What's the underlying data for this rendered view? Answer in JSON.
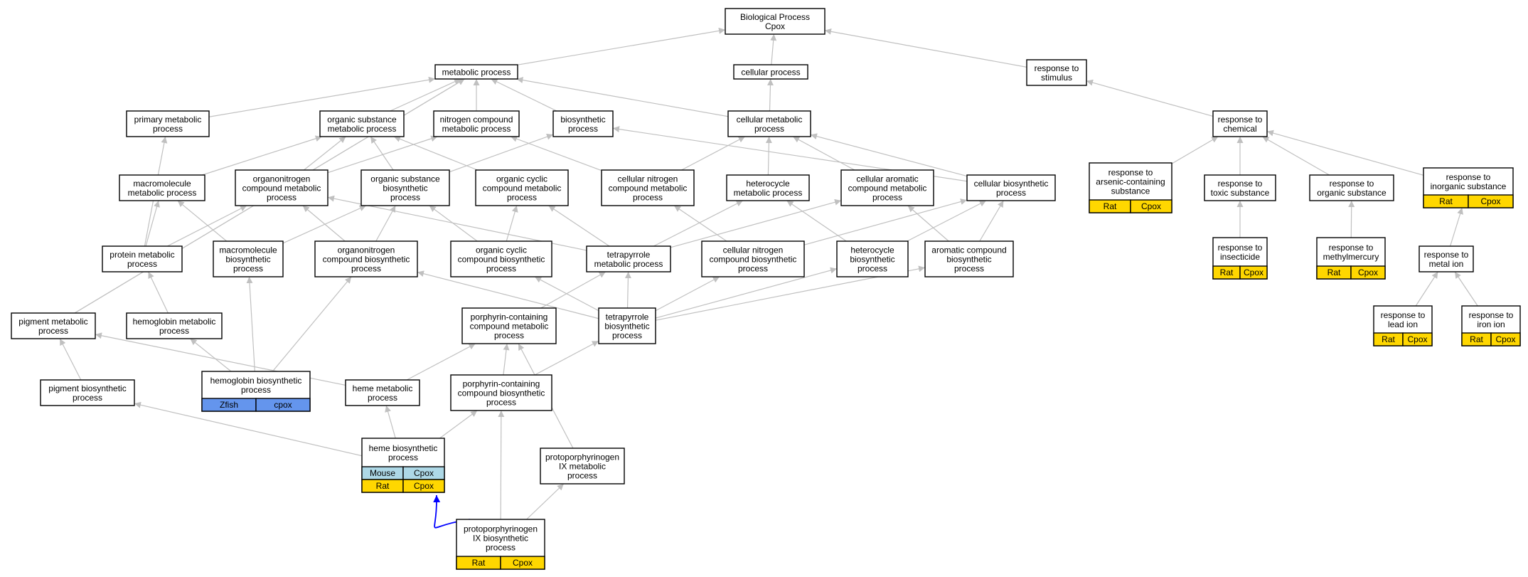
{
  "colors": {
    "edge": "#c0c0c0",
    "edge_highlight": "#0000ff",
    "rat": "#ffd700",
    "mouse": "#add8e6",
    "zfish": "#6495ed",
    "node_fill": "#ffffff",
    "node_stroke": "#000000"
  },
  "nodes": [
    {
      "id": "bp",
      "lines": [
        "Biological Process",
        "Cpox"
      ]
    },
    {
      "id": "metabolic",
      "lines": [
        "metabolic process"
      ]
    },
    {
      "id": "cellular",
      "lines": [
        "cellular process"
      ]
    },
    {
      "id": "stimulus",
      "lines": [
        "response to",
        "stimulus"
      ]
    },
    {
      "id": "primary",
      "lines": [
        "primary metabolic",
        "process"
      ]
    },
    {
      "id": "orgsubmet",
      "lines": [
        "organic substance",
        "metabolic process"
      ]
    },
    {
      "id": "nitrocomp",
      "lines": [
        "nitrogen compound",
        "metabolic process"
      ]
    },
    {
      "id": "biosyn",
      "lines": [
        "biosynthetic",
        "process"
      ]
    },
    {
      "id": "cellmet",
      "lines": [
        "cellular metabolic",
        "process"
      ]
    },
    {
      "id": "chemical",
      "lines": [
        "response to",
        "chemical"
      ]
    },
    {
      "id": "macromet",
      "lines": [
        "macromolecule",
        "metabolic process"
      ]
    },
    {
      "id": "orgnitromet",
      "lines": [
        "organonitrogen",
        "compound metabolic",
        "process"
      ]
    },
    {
      "id": "orgsubbio",
      "lines": [
        "organic substance",
        "biosynthetic",
        "process"
      ]
    },
    {
      "id": "orgcycmet",
      "lines": [
        "organic cyclic",
        "compound metabolic",
        "process"
      ]
    },
    {
      "id": "cellnitromet",
      "lines": [
        "cellular nitrogen",
        "compound metabolic",
        "process"
      ]
    },
    {
      "id": "hetmet",
      "lines": [
        "heterocycle",
        "metabolic process"
      ]
    },
    {
      "id": "cellaromet",
      "lines": [
        "cellular aromatic",
        "compound metabolic",
        "process"
      ]
    },
    {
      "id": "cellbio",
      "lines": [
        "cellular biosynthetic",
        "process"
      ]
    },
    {
      "id": "arsenic",
      "lines": [
        "response to",
        "arsenic-containing",
        "substance"
      ],
      "badges": [
        [
          "Rat",
          "Cpox"
        ]
      ]
    },
    {
      "id": "toxic",
      "lines": [
        "response to",
        "toxic substance"
      ]
    },
    {
      "id": "orgsubresp",
      "lines": [
        "response to",
        "organic substance"
      ]
    },
    {
      "id": "inorganic",
      "lines": [
        "response to",
        "inorganic substance"
      ],
      "badges": [
        [
          "Rat",
          "Cpox"
        ]
      ]
    },
    {
      "id": "protmet",
      "lines": [
        "protein metabolic",
        "process"
      ]
    },
    {
      "id": "macrobio",
      "lines": [
        "macromolecule",
        "biosynthetic",
        "process"
      ]
    },
    {
      "id": "orgnitrobio",
      "lines": [
        "organonitrogen",
        "compound biosynthetic",
        "process"
      ]
    },
    {
      "id": "orgcycbio",
      "lines": [
        "organic cyclic",
        "compound biosynthetic",
        "process"
      ]
    },
    {
      "id": "tetramet",
      "lines": [
        "tetrapyrrole",
        "metabolic process"
      ]
    },
    {
      "id": "cellnitrobio",
      "lines": [
        "cellular nitrogen",
        "compound biosynthetic",
        "process"
      ]
    },
    {
      "id": "hetbio",
      "lines": [
        "heterocycle",
        "biosynthetic",
        "process"
      ]
    },
    {
      "id": "arobio",
      "lines": [
        "aromatic compound",
        "biosynthetic",
        "process"
      ]
    },
    {
      "id": "insecticide",
      "lines": [
        "response to",
        "insecticide"
      ],
      "badges": [
        [
          "Rat",
          "Cpox"
        ]
      ]
    },
    {
      "id": "methylmercury",
      "lines": [
        "response to",
        "methylmercury"
      ],
      "badges": [
        [
          "Rat",
          "Cpox"
        ]
      ]
    },
    {
      "id": "metalion",
      "lines": [
        "response to",
        "metal ion"
      ]
    },
    {
      "id": "pigmet",
      "lines": [
        "pigment metabolic",
        "process"
      ]
    },
    {
      "id": "hbmet",
      "lines": [
        "hemoglobin metabolic",
        "process"
      ]
    },
    {
      "id": "porphmet",
      "lines": [
        "porphyrin-containing",
        "compound metabolic",
        "process"
      ]
    },
    {
      "id": "tetrabio",
      "lines": [
        "tetrapyrrole",
        "biosynthetic",
        "process"
      ]
    },
    {
      "id": "leadion",
      "lines": [
        "response to",
        "lead ion"
      ],
      "badges": [
        [
          "Rat",
          "Cpox"
        ]
      ]
    },
    {
      "id": "ironion",
      "lines": [
        "response to",
        "iron ion"
      ],
      "badges": [
        [
          "Rat",
          "Cpox"
        ]
      ]
    },
    {
      "id": "pigbio",
      "lines": [
        "pigment biosynthetic",
        "process"
      ]
    },
    {
      "id": "hbbio",
      "lines": [
        "hemoglobin biosynthetic",
        "process"
      ],
      "badges": [
        [
          "Zfish",
          "cpox"
        ]
      ]
    },
    {
      "id": "hememet",
      "lines": [
        "heme metabolic",
        "process"
      ]
    },
    {
      "id": "porphbio",
      "lines": [
        "porphyrin-containing",
        "compound biosynthetic",
        "process"
      ]
    },
    {
      "id": "hemebio",
      "lines": [
        "heme biosynthetic",
        "process"
      ],
      "badges": [
        [
          "Mouse",
          "Cpox"
        ],
        [
          "Rat",
          "Cpox"
        ]
      ]
    },
    {
      "id": "protomet",
      "lines": [
        "protoporphyrinogen",
        "IX metabolic",
        "process"
      ]
    },
    {
      "id": "protobio",
      "lines": [
        "protoporphyrinogen",
        "IX biosynthetic",
        "process"
      ],
      "badges": [
        [
          "Rat",
          "Cpox"
        ]
      ]
    }
  ],
  "edges": [
    [
      "metabolic",
      "bp"
    ],
    [
      "cellular",
      "bp"
    ],
    [
      "stimulus",
      "bp"
    ],
    [
      "primary",
      "metabolic"
    ],
    [
      "orgsubmet",
      "metabolic"
    ],
    [
      "nitrocomp",
      "metabolic"
    ],
    [
      "biosyn",
      "metabolic"
    ],
    [
      "cellmet",
      "metabolic"
    ],
    [
      "cellmet",
      "cellular"
    ],
    [
      "pigmet",
      "metabolic"
    ],
    [
      "chemical",
      "stimulus"
    ],
    [
      "macromet",
      "orgsubmet"
    ],
    [
      "orgnitromet",
      "orgsubmet"
    ],
    [
      "orgnitromet",
      "nitrocomp"
    ],
    [
      "orgsubbio",
      "orgsubmet"
    ],
    [
      "orgsubbio",
      "biosyn"
    ],
    [
      "orgcycmet",
      "orgsubmet"
    ],
    [
      "cellnitromet",
      "nitrocomp"
    ],
    [
      "cellnitromet",
      "cellmet"
    ],
    [
      "hetmet",
      "cellmet"
    ],
    [
      "cellaromet",
      "cellmet"
    ],
    [
      "cellbio",
      "cellmet"
    ],
    [
      "cellbio",
      "biosyn"
    ],
    [
      "arsenic",
      "chemical"
    ],
    [
      "toxic",
      "chemical"
    ],
    [
      "orgsubresp",
      "chemical"
    ],
    [
      "inorganic",
      "chemical"
    ],
    [
      "protmet",
      "primary"
    ],
    [
      "protmet",
      "macromet"
    ],
    [
      "protmet",
      "orgnitromet"
    ],
    [
      "macrobio",
      "macromet"
    ],
    [
      "macrobio",
      "orgsubbio"
    ],
    [
      "orgnitrobio",
      "orgnitromet"
    ],
    [
      "orgnitrobio",
      "orgsubbio"
    ],
    [
      "orgcycbio",
      "orgcycmet"
    ],
    [
      "orgcycbio",
      "orgsubbio"
    ],
    [
      "tetramet",
      "orgcycmet"
    ],
    [
      "tetramet",
      "hetmet"
    ],
    [
      "tetramet",
      "orgnitromet"
    ],
    [
      "tetramet",
      "cellaromet"
    ],
    [
      "cellnitrobio",
      "cellnitromet"
    ],
    [
      "cellnitrobio",
      "cellbio"
    ],
    [
      "hetbio",
      "hetmet"
    ],
    [
      "hetbio",
      "cellbio"
    ],
    [
      "arobio",
      "cellaromet"
    ],
    [
      "arobio",
      "cellbio"
    ],
    [
      "insecticide",
      "toxic"
    ],
    [
      "methylmercury",
      "orgsubresp"
    ],
    [
      "metalion",
      "inorganic"
    ],
    [
      "pigmet",
      "metabolic"
    ],
    [
      "hbmet",
      "protmet"
    ],
    [
      "porphmet",
      "tetramet"
    ],
    [
      "tetrabio",
      "tetramet"
    ],
    [
      "tetrabio",
      "orgcycbio"
    ],
    [
      "tetrabio",
      "orgnitrobio"
    ],
    [
      "tetrabio",
      "cellnitrobio"
    ],
    [
      "tetrabio",
      "hetbio"
    ],
    [
      "tetrabio",
      "arobio"
    ],
    [
      "leadion",
      "metalion"
    ],
    [
      "ironion",
      "metalion"
    ],
    [
      "pigbio",
      "pigmet"
    ],
    [
      "hbbio",
      "hbmet"
    ],
    [
      "hbbio",
      "macrobio"
    ],
    [
      "hbbio",
      "orgnitrobio"
    ],
    [
      "hememet",
      "porphmet"
    ],
    [
      "hememet",
      "pigmet"
    ],
    [
      "porphbio",
      "porphmet"
    ],
    [
      "porphbio",
      "tetrabio"
    ],
    [
      "hemebio",
      "hememet"
    ],
    [
      "hemebio",
      "porphbio"
    ],
    [
      "hemebio",
      "pigbio"
    ],
    [
      "protomet",
      "porphmet"
    ],
    [
      "protobio",
      "porphbio"
    ],
    [
      "protobio",
      "protomet"
    ],
    [
      "protobio",
      "hemebio",
      "highlight"
    ]
  ]
}
